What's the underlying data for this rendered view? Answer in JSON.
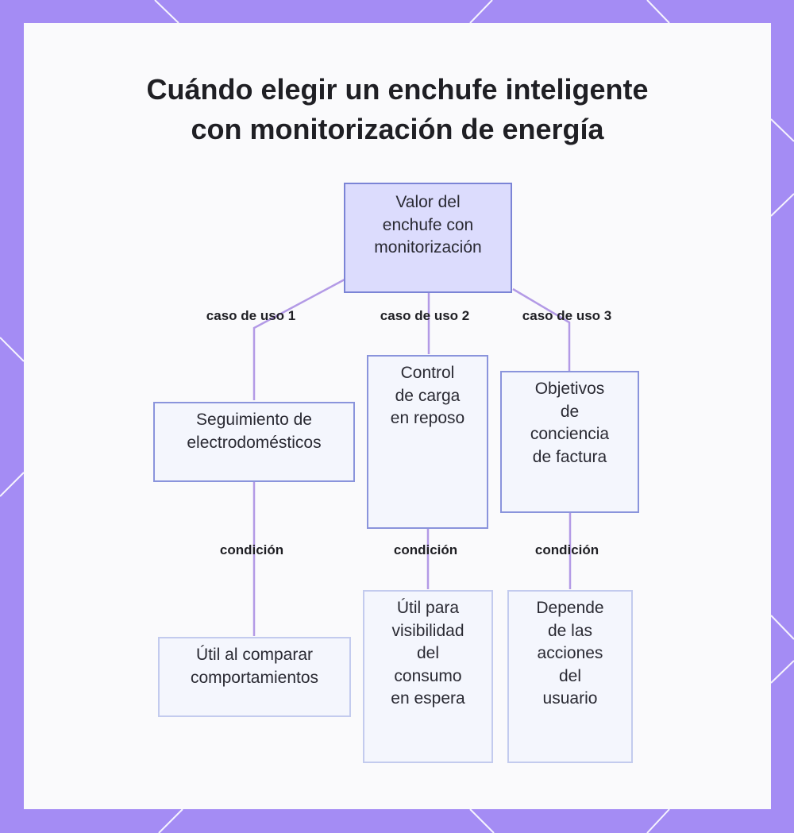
{
  "title_lines": [
    "Cuándo elegir un enchufe inteligente",
    "con monitorización de energía"
  ],
  "colors": {
    "frame": "#a48cf4",
    "card": "#fafafc",
    "root_fill": "#dcdcfd",
    "node_fill": "#f4f6fd",
    "edge": "#b39ae6"
  },
  "root": {
    "lines": [
      "Valor del",
      "enchufe con",
      "monitorización"
    ]
  },
  "branches": [
    {
      "label": "caso de uso 1",
      "node": {
        "lines": [
          "Seguimiento de",
          "electrodomésticos"
        ]
      },
      "condition_label": "condición",
      "leaf": {
        "lines": [
          "Útil al comparar",
          "comportamientos"
        ]
      }
    },
    {
      "label": "caso de uso 2",
      "node": {
        "lines": [
          "Control",
          "de carga",
          "en reposo"
        ]
      },
      "condition_label": "condición",
      "leaf": {
        "lines": [
          "Útil para",
          "visibilidad",
          "del",
          "consumo",
          "en espera"
        ]
      }
    },
    {
      "label": "caso de uso 3",
      "node": {
        "lines": [
          "Objetivos",
          "de",
          "conciencia",
          "de factura"
        ]
      },
      "condition_label": "condición",
      "leaf": {
        "lines": [
          "Depende",
          "de las",
          "acciones",
          "del",
          "usuario"
        ]
      }
    }
  ]
}
